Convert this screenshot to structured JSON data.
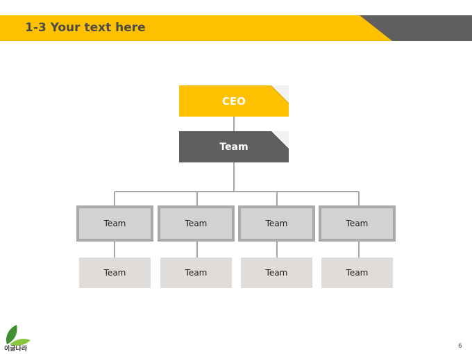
{
  "title": "1-3 Your text here",
  "colors": {
    "accent": "#ffc000",
    "dark": "#5f5f5f",
    "mid_fill": "#d2d2d2",
    "mid_border": "#a9a9a9",
    "low_fill": "#dfdcd9",
    "connector": "#a6a6a6"
  },
  "org": {
    "ceo": "CEO",
    "level1": "Team",
    "level2": [
      "Team",
      "Team",
      "Team",
      "Team"
    ],
    "level3": [
      "Team",
      "Team",
      "Team",
      "Team"
    ]
  },
  "logo": {
    "text": "이글나라",
    "icon": "leaf-logo-icon"
  },
  "page_number": "6"
}
